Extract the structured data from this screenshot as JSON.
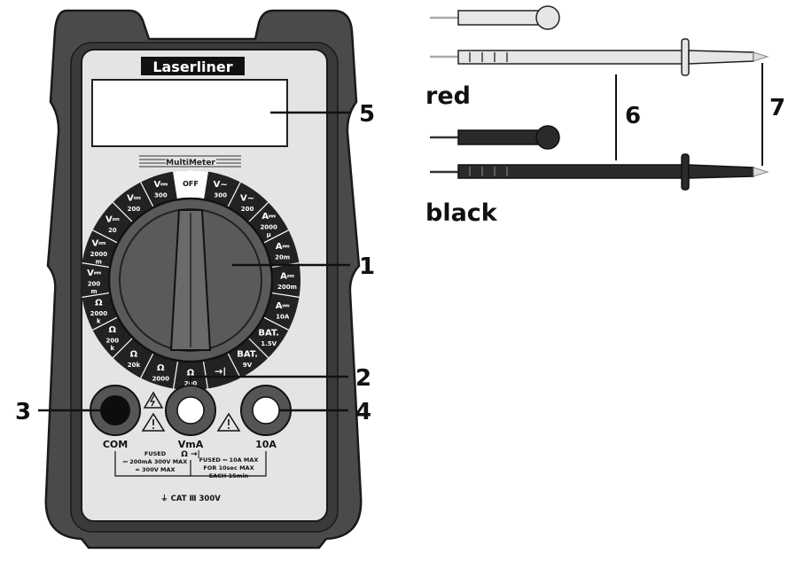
{
  "meter": {
    "brand": "Laserliner",
    "model": "MultiMeter",
    "dial_positions": [
      [
        "OFF"
      ],
      [
        "V~",
        "300"
      ],
      [
        "V~",
        "200"
      ],
      [
        "A⎓",
        "2000",
        "μ"
      ],
      [
        "A⎓",
        "20m"
      ],
      [
        "A⎓",
        "200m"
      ],
      [
        "A⎓",
        "10A"
      ],
      [
        "BAT.",
        "1.5V"
      ],
      [
        "BAT.",
        "9V"
      ],
      [
        "→|"
      ],
      [
        "Ω",
        "200"
      ],
      [
        "Ω",
        "2000"
      ],
      [
        "Ω",
        "20k"
      ],
      [
        "Ω",
        "200",
        "k"
      ],
      [
        "Ω",
        "2000",
        "k"
      ],
      [
        "V⎓",
        "200",
        "m"
      ],
      [
        "V⎓",
        "2000",
        "m"
      ],
      [
        "V⎓",
        "20"
      ],
      [
        "V⎓",
        "200"
      ],
      [
        "V⎓",
        "300"
      ]
    ],
    "jacks": {
      "com": "COM",
      "vma": "VmA",
      "vma_sub": "Ω →|",
      "a10": "10A"
    },
    "fuse_left": [
      "FUSED",
      "⎓ 200mA 300V MAX",
      "≂ 300V MAX"
    ],
    "fuse_right": [
      "FUSED ⎓ 10A MAX",
      "FOR 10sec MAX",
      "EACH 15min"
    ],
    "cat_rating": "⏚ CAT Ⅲ 300V"
  },
  "callouts": {
    "c1": "1",
    "c2": "2",
    "c3": "3",
    "c4": "4",
    "c5": "5",
    "c6": "6",
    "c7": "7"
  },
  "leads": {
    "red": "red",
    "black": "black"
  },
  "colors": {
    "body_dark": "#4a4a4a",
    "body_outline": "#1a1a1a",
    "face": "#e4e4e4",
    "dial_ring": "#222222",
    "knob": "#585858",
    "red_probe": "#e6e6e6",
    "black_probe": "#2a2a2a"
  }
}
